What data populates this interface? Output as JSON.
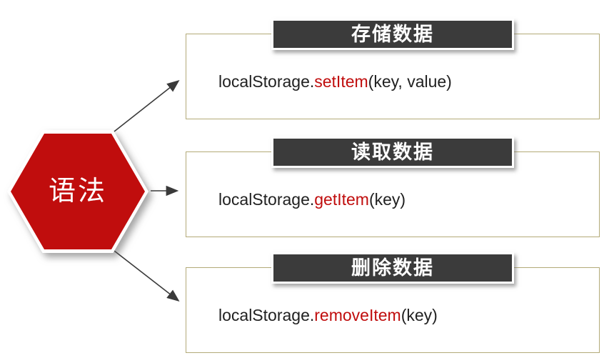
{
  "diagram": {
    "title_node": {
      "label": "语法"
    },
    "colors": {
      "accent_red": "#c00d0d",
      "header_bg": "#3b3b3b",
      "box_border": "#b3aa78",
      "code_text": "#212121",
      "arrow": "#3a3a3a"
    },
    "boxes": [
      {
        "header": "存储数据",
        "code_prefix": "localStorage.",
        "code_method": "setItem",
        "code_args": "(key, value)"
      },
      {
        "header": "读取数据",
        "code_prefix": "localStorage.",
        "code_method": "getItem",
        "code_args": "(key)"
      },
      {
        "header": "删除数据",
        "code_prefix": "localStorage.",
        "code_method": "removeItem",
        "code_args": "(key)"
      }
    ]
  }
}
